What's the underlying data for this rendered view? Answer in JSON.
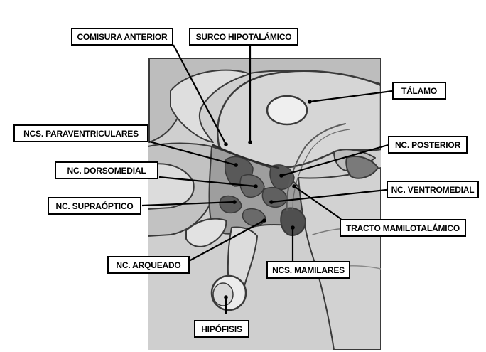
{
  "labels": {
    "comisura_anterior": "COMISURA ANTERIOR",
    "surco_hipotalamico": "SURCO HIPOTALÁMICO",
    "talamo": "TÁLAMO",
    "ncs_paraventriculares": "NCS. PARAVENTRICULARES",
    "nc_posterior": "NC. POSTERIOR",
    "nc_dorsomedial": "NC. DORSOMEDIAL",
    "nc_ventromedial": "NC. VENTROMEDIAL",
    "nc_supraoptico": "NC. SUPRAÓPTICO",
    "tracto_mamilotalamico": "TRACTO MAMILOTALÁMICO",
    "nc_arqueado": "NC. ARQUEADO",
    "ncs_mamilares": "NCS. MAMILARES",
    "hipofisis": "HIPÓFISIS"
  },
  "colors": {
    "background": "#ffffff",
    "tissue_light": "#d9d9d9",
    "tissue_mid": "#a9a9a9",
    "tissue_dark": "#6f6f6f",
    "nucleus": "#565656",
    "outline": "#3a3a3a",
    "leader": "#000000"
  }
}
